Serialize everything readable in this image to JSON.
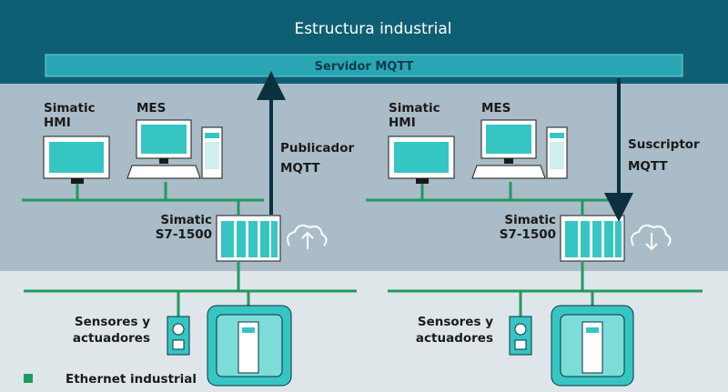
{
  "title": "Estructura industrial",
  "server_label": "Servidor MQTT",
  "left": {
    "hmi": [
      "Simatic",
      "HMI"
    ],
    "mes": "MES",
    "role": [
      "Publicador",
      "MQTT"
    ],
    "plc": [
      "Simatic",
      "S7-1500"
    ],
    "sensors": [
      "Sensores y",
      "actuadores"
    ]
  },
  "right": {
    "hmi": [
      "Simatic",
      "HMI"
    ],
    "mes": "MES",
    "role": [
      "Suscriptor",
      "MQTT"
    ],
    "plc": [
      "Simatic",
      "S7-1500"
    ],
    "sensors": [
      "Sensores y",
      "actuadores"
    ]
  },
  "legend": {
    "label": "Ethernet industrial"
  },
  "colors": {
    "header": "#0f5f74",
    "server_bar": "#2aa6b4",
    "mid_band": "#a9bcc7",
    "bottom_band": "#dfe6ea",
    "ethernet": "#1f9a5f",
    "device": "#35c6c4",
    "arrow": "#0b3140"
  }
}
